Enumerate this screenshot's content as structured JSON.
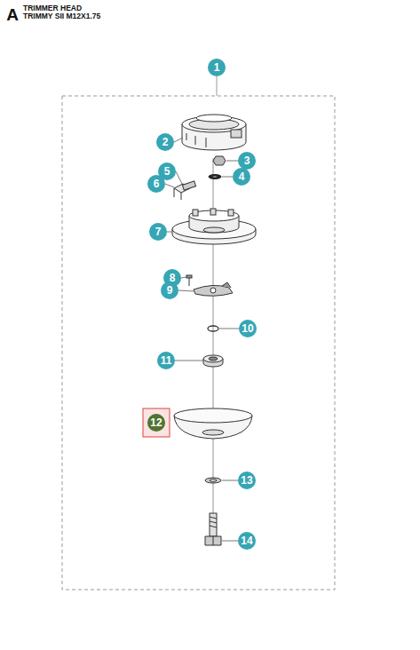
{
  "diagram": {
    "title": "TRIMMER HEAD TRIMMY SII M12X1.75",
    "labels": [
      "A",
      "1",
      "2",
      "3",
      "4",
      "5",
      "6",
      "7",
      "8",
      "9",
      "10",
      "11",
      "12",
      "13",
      "14"
    ]
  }
}
